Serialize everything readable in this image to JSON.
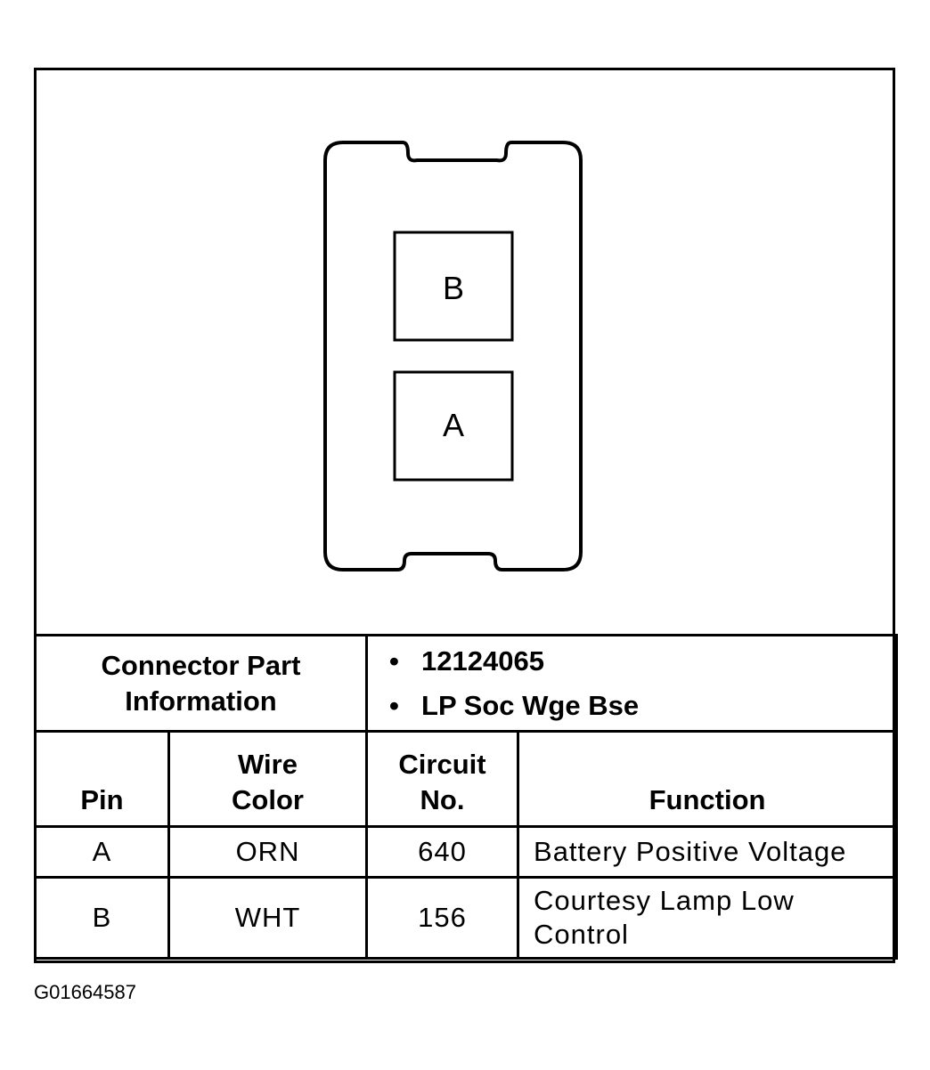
{
  "connector": {
    "pins": [
      {
        "label": "B"
      },
      {
        "label": "A"
      }
    ]
  },
  "part_info": {
    "label": "Connector Part Information",
    "values": [
      "12124065",
      "LP Soc Wge Bse"
    ]
  },
  "table": {
    "headers": {
      "pin": "Pin",
      "wire_color_top": "Wire",
      "wire_color_bottom": "Color",
      "circuit_top": "Circuit",
      "circuit_bottom": "No.",
      "function": "Function"
    },
    "rows": [
      {
        "pin": "A",
        "wire_color": "ORN",
        "circuit": "640",
        "function": "Battery Positive Voltage"
      },
      {
        "pin": "B",
        "wire_color": "WHT",
        "circuit": "156",
        "function_line1": "Courtesy Lamp Low",
        "function_line2": "Control"
      }
    ]
  },
  "figure_id": "G01664587"
}
